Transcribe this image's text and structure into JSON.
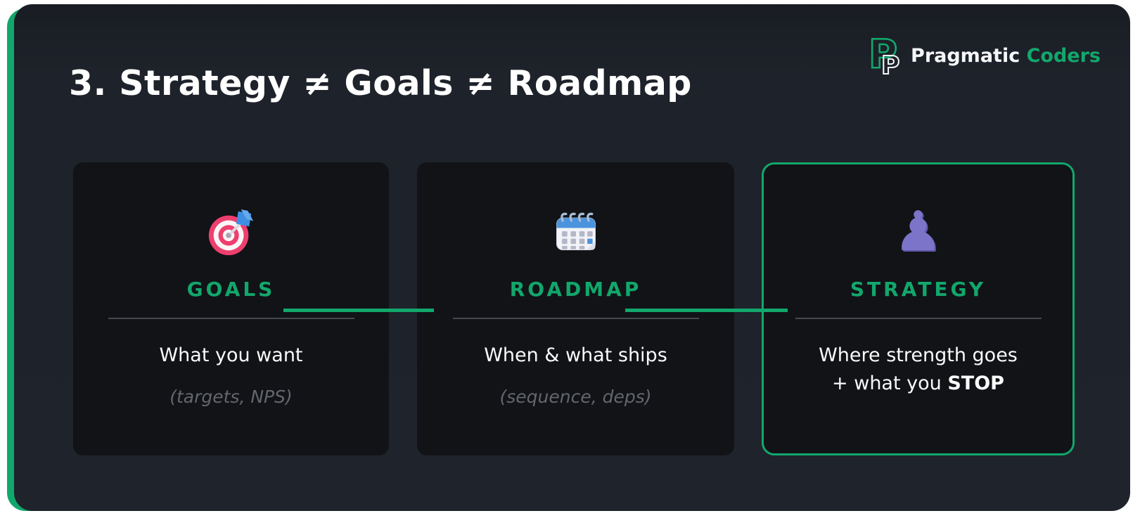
{
  "header": {
    "title": "3. Strategy ≠ Goals ≠ Roadmap"
  },
  "logo": {
    "brand_first": "Pragmatic",
    "brand_second": "Coders",
    "icon": "double-p-logo"
  },
  "cards": [
    {
      "id": "goals",
      "icon": "target-dart-icon",
      "title": "GOALS",
      "line1": "What you want",
      "line2": "(targets, NPS)",
      "highlighted": false
    },
    {
      "id": "roadmap",
      "icon": "calendar-icon",
      "title": "ROADMAP",
      "line1": "When & what ships",
      "line2": "(sequence, deps)",
      "highlighted": false
    },
    {
      "id": "strategy",
      "icon": "chess-pawn-icon",
      "icon_glyph": "♟",
      "title": "STRATEGY",
      "line1": "Where strength goes",
      "line2_prefix": "+ what you ",
      "line2_bold": "STOP",
      "highlighted": true
    }
  ],
  "colors": {
    "accent_green": "#12a76c",
    "slide_bg": "#1f232b",
    "card_bg": "#111317",
    "divider_gray": "#45484d",
    "muted_text": "#63666c",
    "white_text": "#fafafa",
    "pawn_purple": "#7b74c9",
    "target_pink": "#ee3f6e",
    "calendar_blue": "#4b94dd"
  }
}
